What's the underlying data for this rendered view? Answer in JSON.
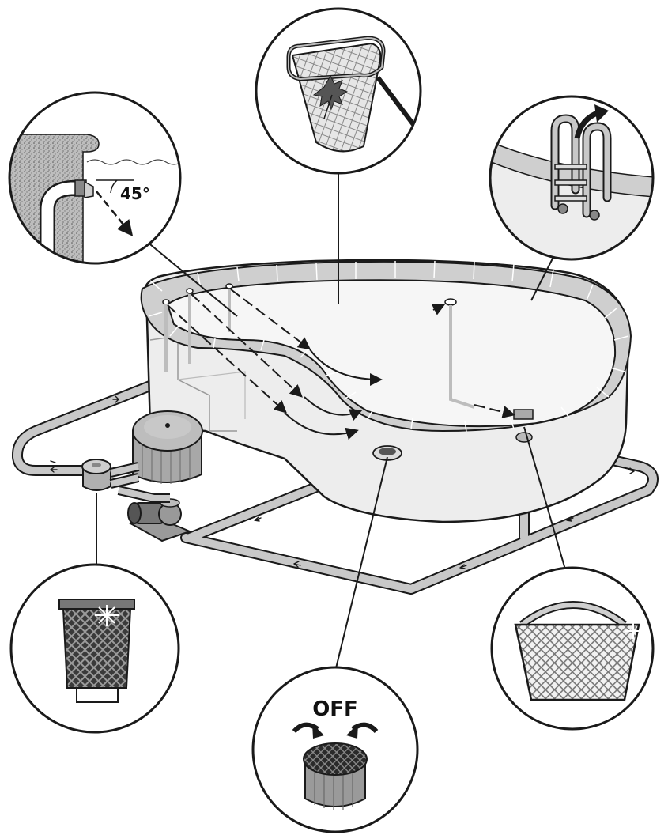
{
  "labels": {
    "angle": "45°",
    "drain_state": "OFF"
  },
  "colors": {
    "outline": "#1a1a1a",
    "pool_wall": "#ededed",
    "pool_rim": "#cfcfcf",
    "pipe": "#c8c8c8",
    "water_floor": "#f4f4f4",
    "dark_mesh": "#3a3a3a"
  },
  "callouts": [
    {
      "name": "return-inlet-angle",
      "icon": "inlet-angle-icon"
    },
    {
      "name": "skimmer-net",
      "icon": "leaf-net-icon"
    },
    {
      "name": "ladder-removal",
      "icon": "ladder-icon"
    },
    {
      "name": "pump-strainer-basket",
      "icon": "strainer-basket-icon"
    },
    {
      "name": "main-drain-off",
      "icon": "main-drain-icon"
    },
    {
      "name": "skimmer-basket",
      "icon": "skimmer-basket-icon"
    }
  ]
}
